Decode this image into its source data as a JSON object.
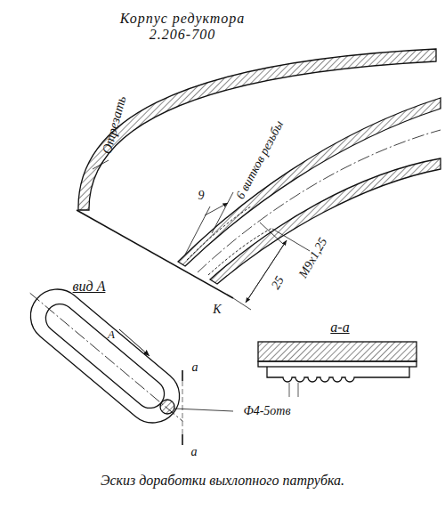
{
  "diagram": {
    "caption": "Эскиз доработки выхлопного патрубка.",
    "labels": [
      "Корпус редуктора 2.206-700",
      "Отрезать",
      "9",
      "6 витков резьбы",
      "М9х1,25",
      "25",
      "К",
      "вид А",
      "А",
      "а",
      "а",
      "а-а",
      "Ф4-5отв"
    ]
  }
}
